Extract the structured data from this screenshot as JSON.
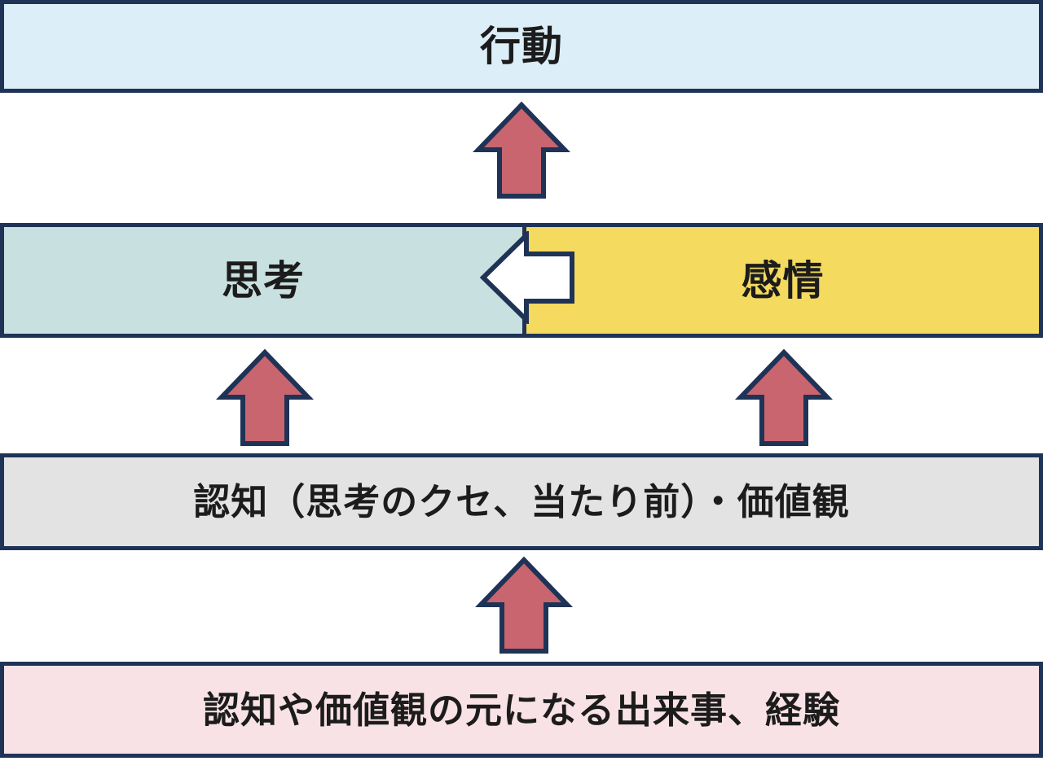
{
  "diagram": {
    "boxes": {
      "action": {
        "label": "行動",
        "fill": "#dceef7"
      },
      "thinking": {
        "label": "思考",
        "fill": "#c8e0df"
      },
      "emotion": {
        "label": "感情",
        "fill": "#f4da5e"
      },
      "cognition": {
        "label": "認知（思考のクセ、当たり前）・価値観",
        "fill": "#e3e3e4"
      },
      "experience": {
        "label": "認知や価値観の元になる出来事、経験",
        "fill": "#f9e2e6"
      }
    },
    "colors": {
      "border": "#1f3356",
      "arrow_fill": "#c8656f",
      "arrow_white": "#ffffff",
      "text": "#1c1c1c",
      "background": "#ffffff"
    }
  }
}
